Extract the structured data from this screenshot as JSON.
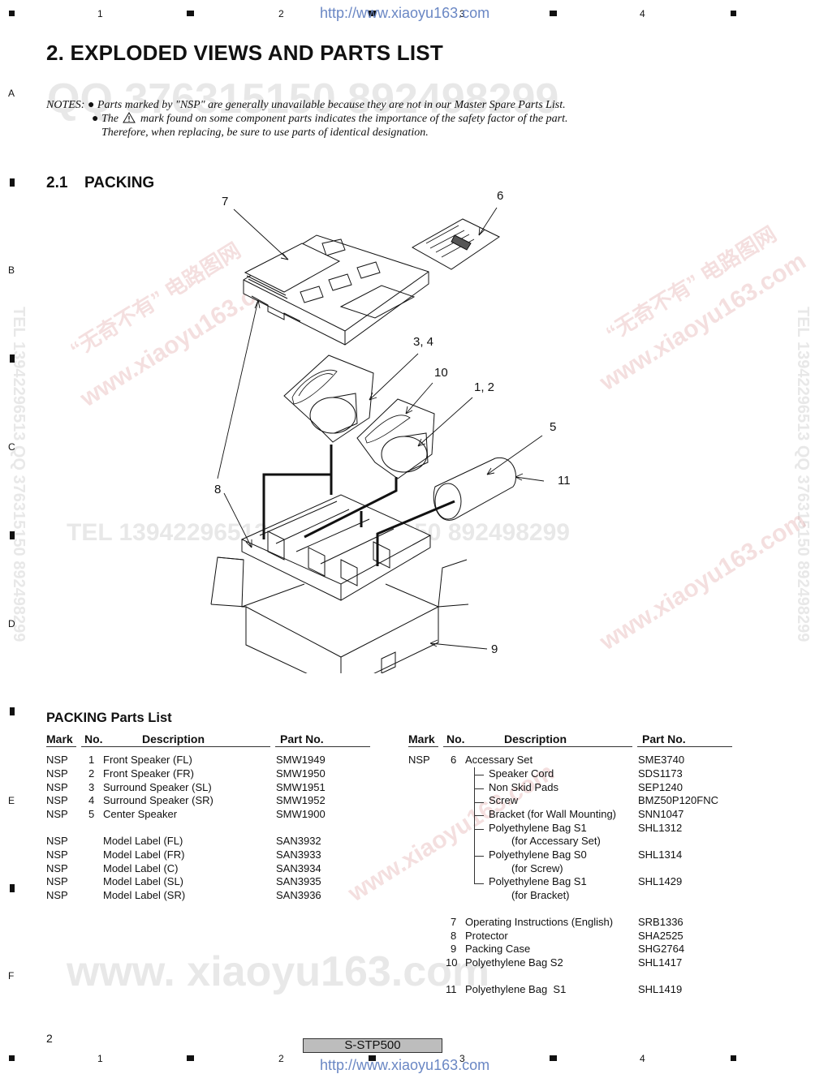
{
  "url": "http://www.xiaoyu163.com",
  "top_numbers": [
    "1",
    "2",
    "3",
    "4"
  ],
  "bottom_numbers": [
    "1",
    "2",
    "3",
    "4"
  ],
  "row_letters": [
    "A",
    "B",
    "C",
    "D",
    "E",
    "F"
  ],
  "title": "2. EXPLODED VIEWS AND PARTS LIST",
  "notes": {
    "label": "NOTES:",
    "line1": "Parts marked by \"NSP\" are generally unavailable because they are not in our Master Spare Parts List.",
    "line2a": "The",
    "line2b": "mark found on some component parts indicates the importance of the safety factor of the part.",
    "line3": "Therefore, when replacing, be sure to use parts of identical designation."
  },
  "section": {
    "num": "2.1",
    "title": "PACKING"
  },
  "callouts": {
    "c7": "7",
    "c6": "6",
    "c34": "3, 4",
    "c10": "10",
    "c12": "1, 2",
    "c5": "5",
    "c11": "11",
    "c8": "8",
    "c9": "9"
  },
  "parts_title": "PACKING Parts List",
  "headers": {
    "mark": "Mark",
    "no": "No.",
    "desc": "Description",
    "part": "Part No."
  },
  "left_rows": [
    {
      "mark": "NSP",
      "no": "1",
      "desc": "Front Speaker (FL)",
      "part": "SMW1949"
    },
    {
      "mark": "NSP",
      "no": "2",
      "desc": "Front Speaker (FR)",
      "part": "SMW1950"
    },
    {
      "mark": "NSP",
      "no": "3",
      "desc": "Surround Speaker (SL)",
      "part": "SMW1951"
    },
    {
      "mark": "NSP",
      "no": "4",
      "desc": "Surround Speaker (SR)",
      "part": "SMW1952"
    },
    {
      "mark": "NSP",
      "no": "5",
      "desc": "Center Speaker",
      "part": "SMW1900"
    },
    {
      "mark": "NSP",
      "no": "",
      "desc": "Model Label (FL)",
      "part": "SAN3932"
    },
    {
      "mark": "NSP",
      "no": "",
      "desc": "Model Label (FR)",
      "part": "SAN3933"
    },
    {
      "mark": "NSP",
      "no": "",
      "desc": "Model Label (C)",
      "part": "SAN3934"
    },
    {
      "mark": "NSP",
      "no": "",
      "desc": "Model Label (SL)",
      "part": "SAN3935"
    },
    {
      "mark": "NSP",
      "no": "",
      "desc": "Model Label (SR)",
      "part": "SAN3936"
    }
  ],
  "right_rows": [
    {
      "mark": "NSP",
      "no": "6",
      "desc": "Accessary Set",
      "part": "SME3740"
    },
    {
      "mark": "",
      "no": "",
      "desc": "Speaker Cord",
      "part": "SDS1173"
    },
    {
      "mark": "",
      "no": "",
      "desc": "Non Skid Pads",
      "part": "SEP1240"
    },
    {
      "mark": "",
      "no": "",
      "desc": "Screw",
      "part": "BMZ50P120FNC"
    },
    {
      "mark": "",
      "no": "",
      "desc": "Bracket (for Wall Mounting)",
      "part": "SNN1047"
    },
    {
      "mark": "",
      "no": "",
      "desc": "Polyethylene Bag S1",
      "part": "SHL1312"
    },
    {
      "mark": "",
      "no": "",
      "desc": "(for Accessary Set)",
      "part": ""
    },
    {
      "mark": "",
      "no": "",
      "desc": "Polyethylene Bag S0",
      "part": "SHL1314"
    },
    {
      "mark": "",
      "no": "",
      "desc": "(for Screw)",
      "part": ""
    },
    {
      "mark": "",
      "no": "",
      "desc": "Polyethylene Bag S1",
      "part": "SHL1429"
    },
    {
      "mark": "",
      "no": "",
      "desc": "(for Bracket)",
      "part": ""
    },
    {
      "mark": "",
      "no": "7",
      "desc": "Operating Instructions (English)",
      "part": "SRB1336"
    },
    {
      "mark": "",
      "no": "8",
      "desc": "Protector",
      "part": "SHA2525"
    },
    {
      "mark": "",
      "no": "9",
      "desc": "Packing Case",
      "part": "SHG2764"
    },
    {
      "mark": "",
      "no": "10",
      "desc": "Polyethylene Bag S2",
      "part": "SHL1417"
    },
    {
      "mark": "",
      "no": "11",
      "desc": "Polyethylene Bag  S1",
      "part": "SHL1419"
    }
  ],
  "page_number": "2",
  "model": "S-STP500",
  "watermarks": {
    "wm1": "QQ 376315150   892498299",
    "wm2": "TEL 13942296513   QQ 376315150   892498299",
    "wm3": "www.xiaoyu163.com",
    "wm4": "“无奇不有” 电路图网",
    "wm5": "www. xiaoyu163.com",
    "wm6": "TEL 13942296513  QQ 376315150  892498299"
  }
}
